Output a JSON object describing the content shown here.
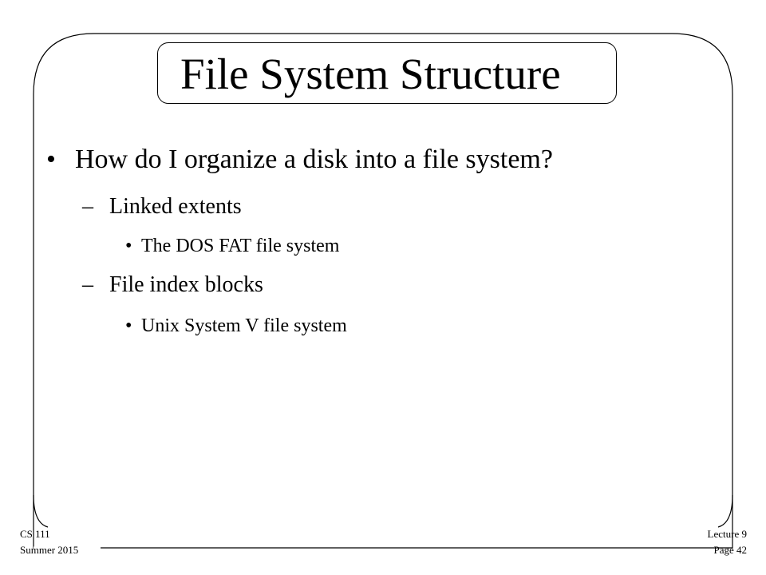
{
  "slide": {
    "title": "File System Structure",
    "bullets": [
      {
        "text": "How do I organize a disk into a file system?",
        "marker": "•",
        "children": [
          {
            "text": "Linked extents",
            "marker": "–",
            "children": [
              {
                "text": "The DOS FAT file system",
                "marker": "•"
              }
            ]
          },
          {
            "text": "File index blocks",
            "marker": "–",
            "children": [
              {
                "text": "Unix System V file system",
                "marker": "•"
              }
            ]
          }
        ]
      }
    ]
  },
  "footer": {
    "course": "CS 111",
    "term": "Summer 2015",
    "lecture": "Lecture 9",
    "page": "Page 42"
  }
}
